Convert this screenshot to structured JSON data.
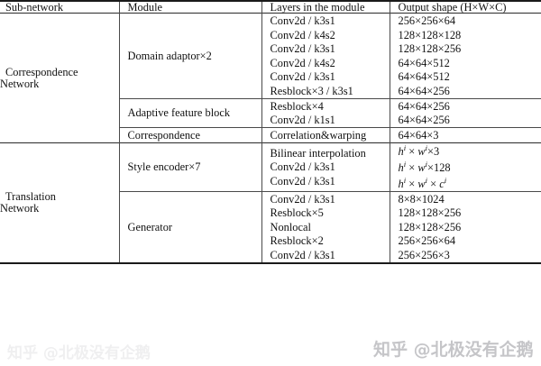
{
  "table": {
    "headers": [
      "Sub-network",
      "Module",
      "Layers in the module",
      "Output shape (H×W×C)"
    ],
    "sections": [
      {
        "subnetwork": "Correspondence\nNetwork",
        "subnetwork_line1": "Correspondence",
        "subnetwork_line2": "Network",
        "groups": [
          {
            "module": "Domain adaptor×2",
            "rows": [
              {
                "layer": "Conv2d / k3s1",
                "shape": "256×256×64"
              },
              {
                "layer": "Conv2d / k4s2",
                "shape": "128×128×128"
              },
              {
                "layer": "Conv2d / k3s1",
                "shape": "128×128×256"
              },
              {
                "layer": "Conv2d / k4s2",
                "shape": "64×64×512"
              },
              {
                "layer": "Conv2d / k3s1",
                "shape": "64×64×512"
              },
              {
                "layer": "Resblock×3 / k3s1",
                "shape": "64×64×256"
              }
            ]
          },
          {
            "module": "Adaptive feature block",
            "rows": [
              {
                "layer": "Resblock×4",
                "shape": "64×64×256"
              },
              {
                "layer": "Conv2d / k1s1",
                "shape": "64×64×256"
              }
            ]
          },
          {
            "module": "Correspondence",
            "rows": [
              {
                "layer": "Correlation&warping",
                "shape": "64×64×3"
              }
            ]
          }
        ]
      },
      {
        "subnetwork": "Translation\nNetwork",
        "subnetwork_line1": "Translation",
        "subnetwork_line2": "Network",
        "groups": [
          {
            "module": "Style encoder×7",
            "rows": [
              {
                "layer": "Bilinear interpolation",
                "shape_math": true,
                "shape_h": "h",
                "shape_w": "w",
                "shape_c": "3"
              },
              {
                "layer": "Conv2d / k3s1",
                "shape_math": true,
                "shape_h": "h",
                "shape_w": "w",
                "shape_c": "128"
              },
              {
                "layer": "Conv2d / k3s1",
                "shape_math": true,
                "shape_h": "h",
                "shape_w": "w",
                "shape_c": "c"
              }
            ]
          },
          {
            "module": "Generator",
            "rows": [
              {
                "layer": "Conv2d / k3s1",
                "shape": "8×8×1024"
              },
              {
                "layer": "Resblock×5",
                "shape": "128×128×256"
              },
              {
                "layer": "Nonlocal",
                "shape": "128×128×256"
              },
              {
                "layer": "Resblock×2",
                "shape": "256×256×64"
              },
              {
                "layer": "Conv2d / k3s1",
                "shape": "256×256×3"
              }
            ]
          }
        ]
      }
    ]
  },
  "watermarks": {
    "right": "知乎 @北极没有企鹅",
    "left": "知乎 @北极没有企鹅"
  }
}
